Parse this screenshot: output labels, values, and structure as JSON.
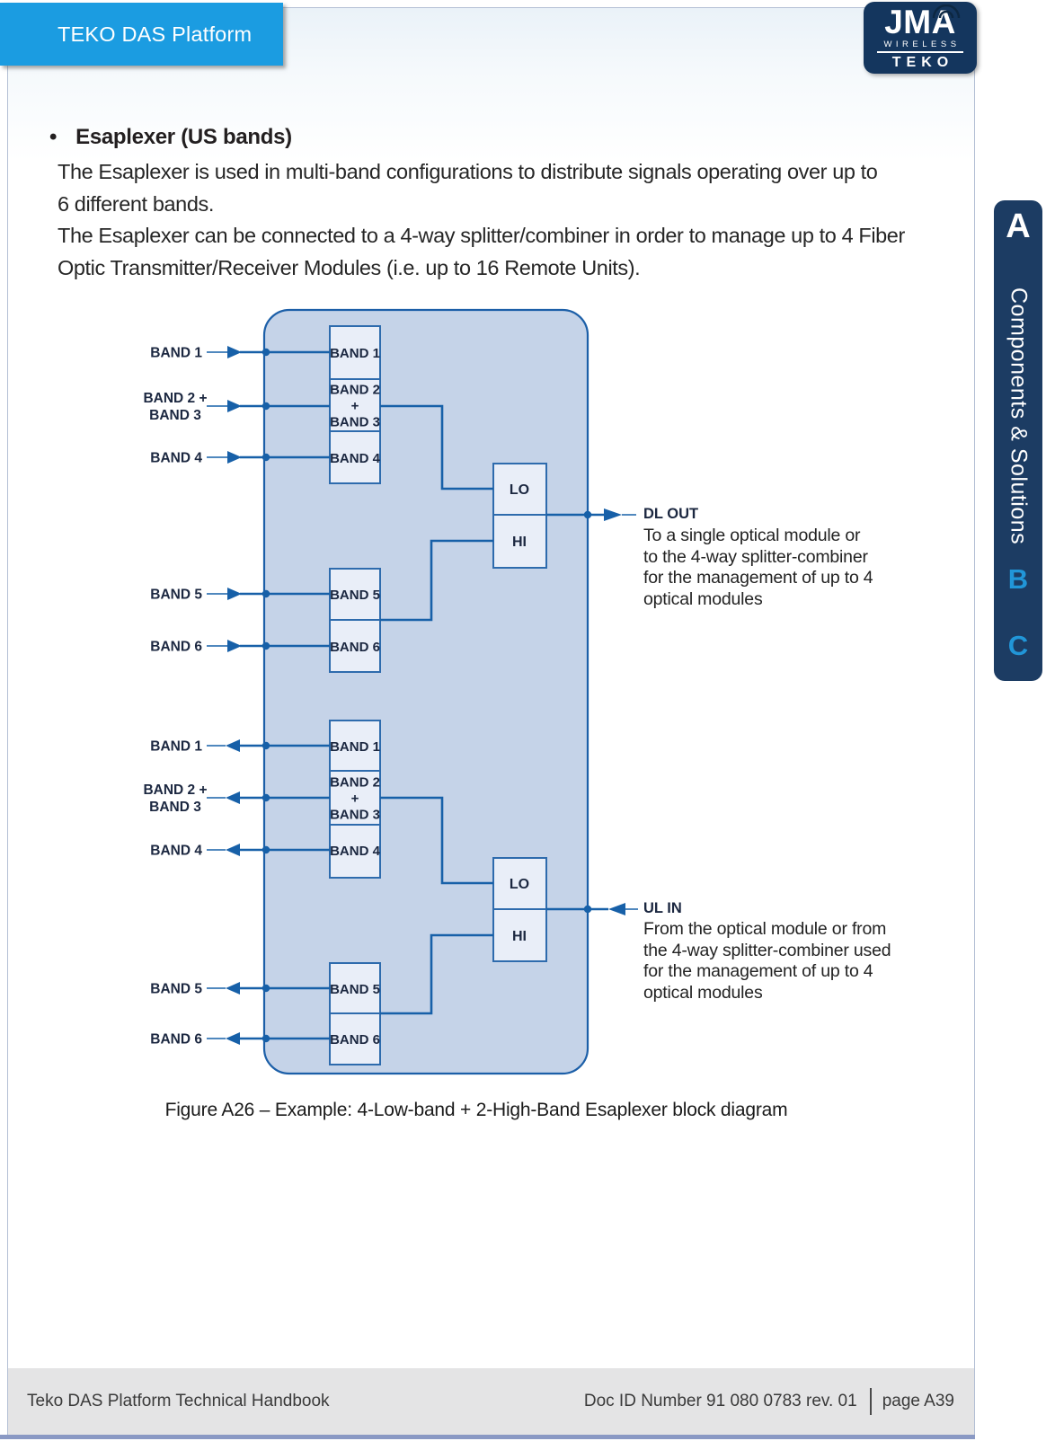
{
  "page": {
    "title": "TEKO DAS Platform"
  },
  "logo": {
    "top": "JMA",
    "wireless": "WIRELESS",
    "bottom": "TEKO"
  },
  "side_tab": {
    "section_a": "A",
    "label": "Components & Solutions",
    "section_b": "B",
    "section_c": "C"
  },
  "body": {
    "heading_bullet": "•",
    "heading": "Esaplexer (US bands)",
    "paragraph": "The Esaplexer is used in multi-band configurations to distribute signals operating over up to\n6 different bands.\nThe Esaplexer can be connected to a 4-way splitter/combiner in order to manage up to 4 Fiber\nOptic Transmitter/Receiver Modules (i.e. up to 16 Remote Units)."
  },
  "diagram": {
    "bands": {
      "b1": "BAND 1",
      "b2": "BAND 2",
      "b2_plus": "BAND 2 +",
      "plus": "+",
      "b3": "BAND 3",
      "b4": "BAND 4",
      "b5": "BAND 5",
      "b6": "BAND 6",
      "lo": "LO",
      "hi": "HI"
    },
    "dl_out": {
      "label": "DL OUT",
      "description": "To a single optical module or\nto the 4-way splitter-combiner\nfor the management of up to 4\noptical modules"
    },
    "ul_in": {
      "label": "UL IN",
      "description": "From the optical module or from\nthe 4-way splitter-combiner used\nfor the management of up to 4\noptical modules"
    }
  },
  "caption": "Figure A26 – Example: 4-Low-band + 2-High-Band Esaplexer block diagram",
  "footer": {
    "left": "Teko DAS Platform Technical Handbook",
    "doc_id": "Doc ID Number 91 080 0783 rev. 01",
    "page_num": "page A39"
  }
}
